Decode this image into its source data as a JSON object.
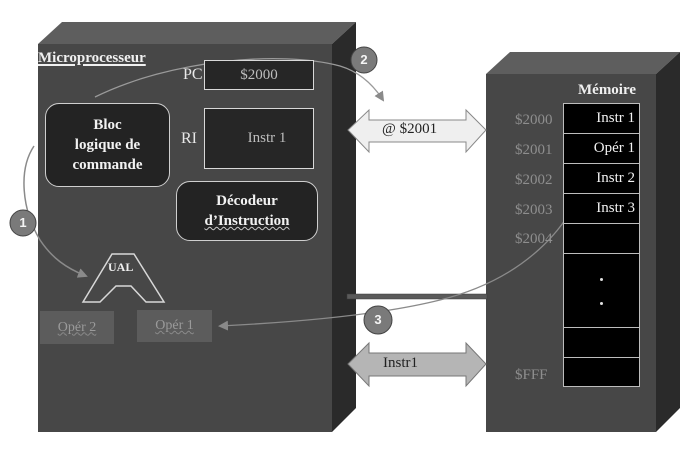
{
  "microprocessor": {
    "title": "Microprocesseur",
    "pc": {
      "label": "PC",
      "value": "$2000"
    },
    "ri": {
      "label": "RI",
      "value": "Instr 1"
    },
    "control_block": {
      "line1": "Bloc",
      "line2": "logique de",
      "line3": "commande"
    },
    "decoder": {
      "line1": "Décodeur",
      "line2": "d’Instruction"
    },
    "alu": {
      "label": "UAL"
    },
    "operand2": "Opér 2",
    "operand1": "Opér 1"
  },
  "memory": {
    "title": "Mémoire",
    "addresses": [
      "$2000",
      "$2001",
      "$2002",
      "$2003",
      "$2004",
      "$FFF"
    ],
    "cells": [
      "Instr 1",
      "Opér 1",
      "Instr 2",
      "Instr 3",
      "",
      "",
      "",
      ""
    ],
    "ellipsis": "⋮"
  },
  "buses": {
    "address_bus": "@ $2001",
    "data_bus": "Instr1"
  },
  "steps": [
    "1",
    "2",
    "3"
  ],
  "colors": {
    "box_front": "#474747",
    "box_top": "#5e5e5e",
    "box_side": "#2a2a2a",
    "address_arrow_fill": "#efefef",
    "data_arrow_fill": "#b5b5b5",
    "badge_fill": "#7a7a7a"
  }
}
